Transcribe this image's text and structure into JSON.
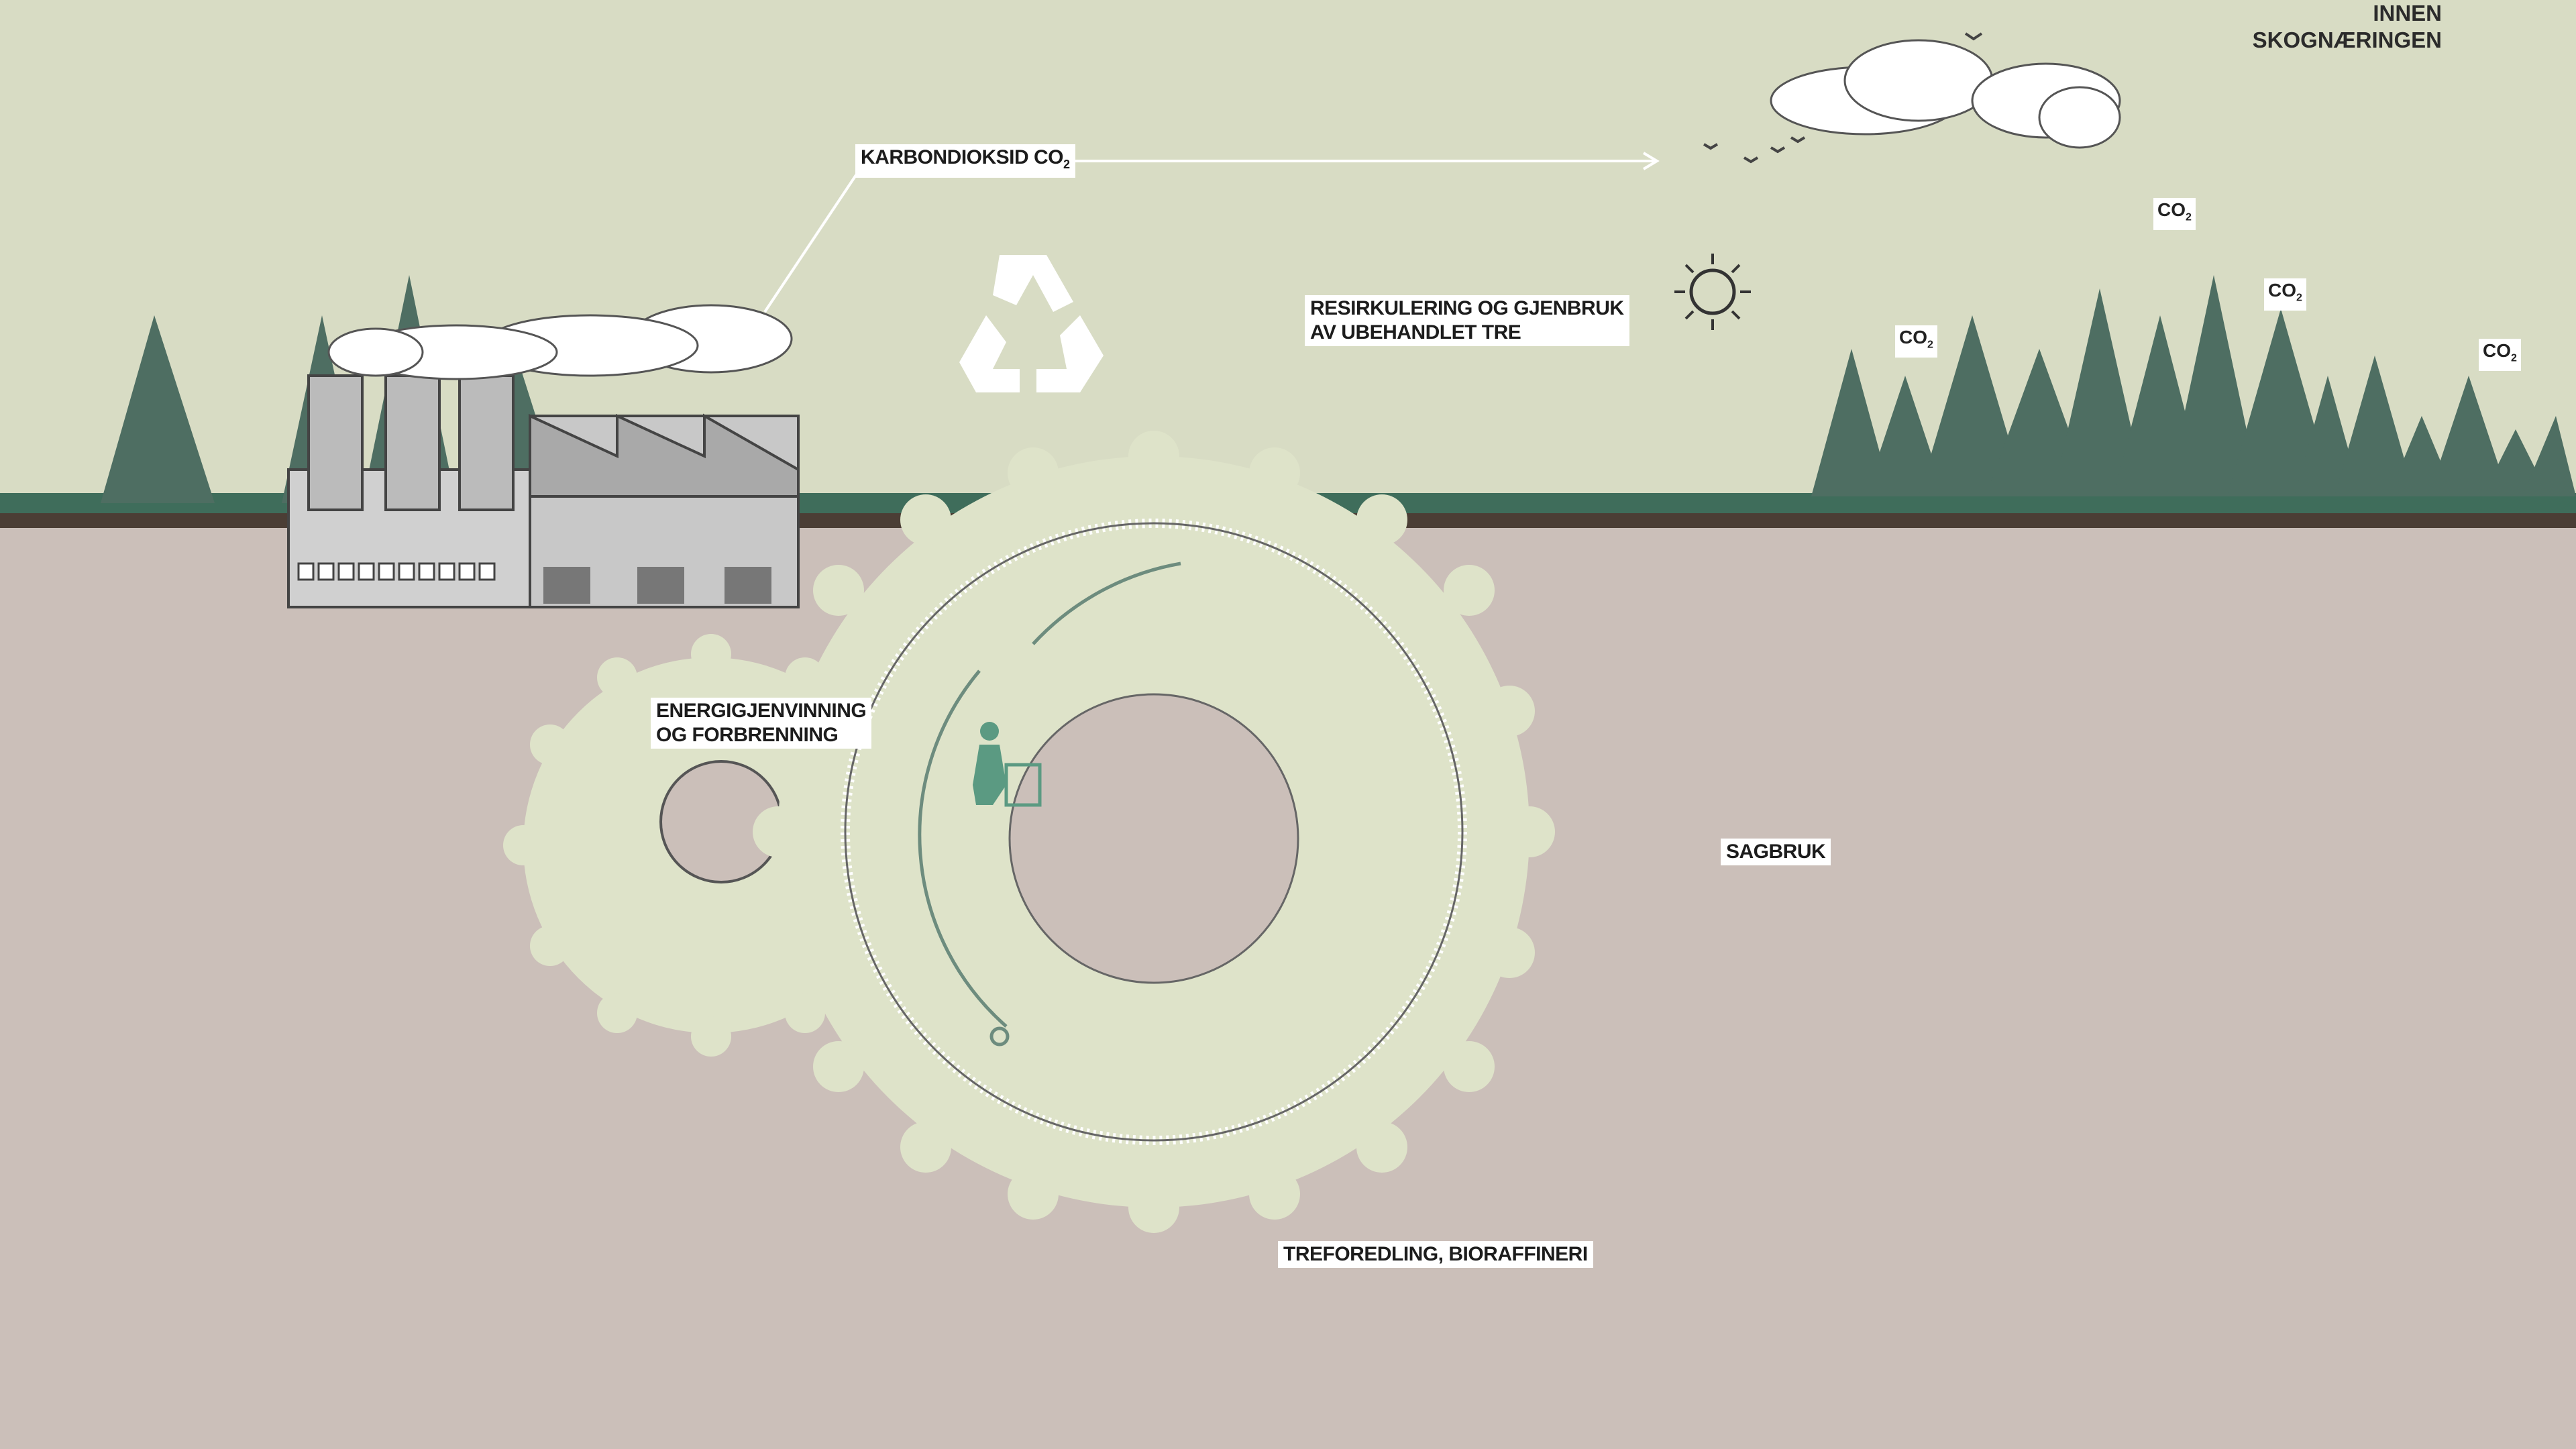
{
  "header": {
    "corner_title": [
      "INNEN",
      "SKOGNÆRINGEN"
    ]
  },
  "labels": {
    "co2_emission": "KARBONDIOKSID CO",
    "co2_subscript": "2",
    "recycling": [
      "RESIRKULERING OG GJENBRUK",
      "AV UBEHANDLET TRE"
    ],
    "energy": [
      "ENERGIGJENVINNING",
      "OG FORBRENNING"
    ],
    "sawmill": "SAGBRUK",
    "refining": "TREFOREDLING, BIORAFFINERI",
    "co2_marker": "CO",
    "co2_marker_sub": "2"
  },
  "colors": {
    "sky": "#d8dcc4",
    "ground": "#cbbfb9",
    "forest": "#4e6e62",
    "teal": "#5b9a82",
    "gear": "#dee3c9",
    "dark": "#2b2b2b"
  }
}
